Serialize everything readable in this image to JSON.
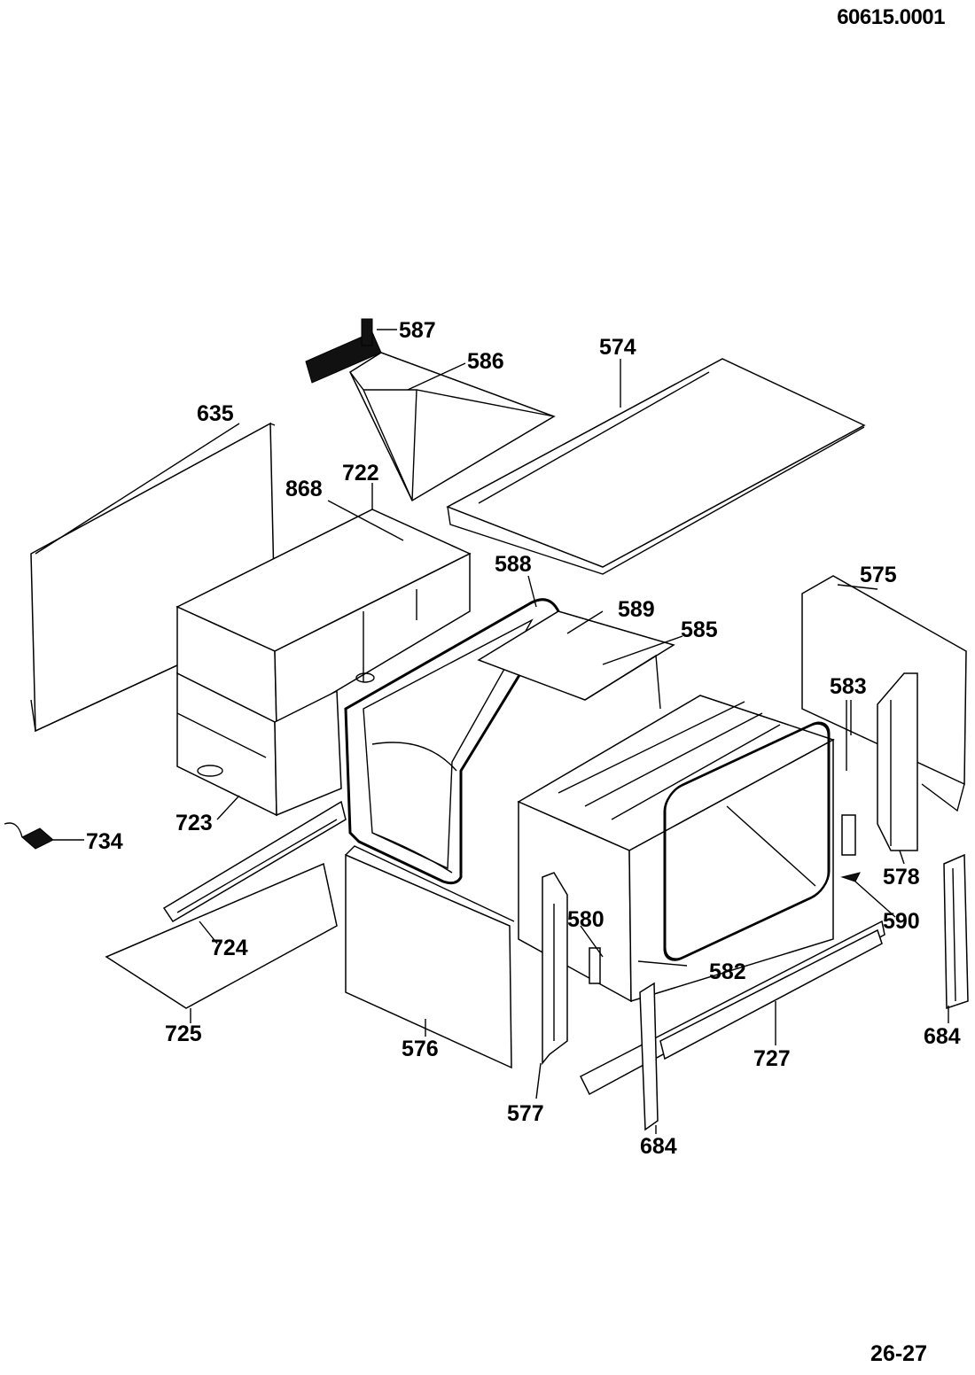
{
  "header": {
    "document_id": "60615.0001"
  },
  "footer": {
    "page_number": "26-27"
  },
  "diagram": {
    "callouts": [
      {
        "id": "587",
        "label": "587"
      },
      {
        "id": "586",
        "label": "586"
      },
      {
        "id": "574",
        "label": "574"
      },
      {
        "id": "635",
        "label": "635"
      },
      {
        "id": "722",
        "label": "722"
      },
      {
        "id": "868",
        "label": "868"
      },
      {
        "id": "588",
        "label": "588"
      },
      {
        "id": "589",
        "label": "589"
      },
      {
        "id": "585",
        "label": "585"
      },
      {
        "id": "575",
        "label": "575"
      },
      {
        "id": "583",
        "label": "583"
      },
      {
        "id": "723",
        "label": "723"
      },
      {
        "id": "734",
        "label": "734"
      },
      {
        "id": "578",
        "label": "578"
      },
      {
        "id": "590",
        "label": "590"
      },
      {
        "id": "580",
        "label": "580"
      },
      {
        "id": "724",
        "label": "724"
      },
      {
        "id": "582",
        "label": "582"
      },
      {
        "id": "725",
        "label": "725"
      },
      {
        "id": "576",
        "label": "576"
      },
      {
        "id": "727",
        "label": "727"
      },
      {
        "id": "684a",
        "label": "684"
      },
      {
        "id": "684b",
        "label": "684"
      },
      {
        "id": "577",
        "label": "577"
      }
    ]
  }
}
